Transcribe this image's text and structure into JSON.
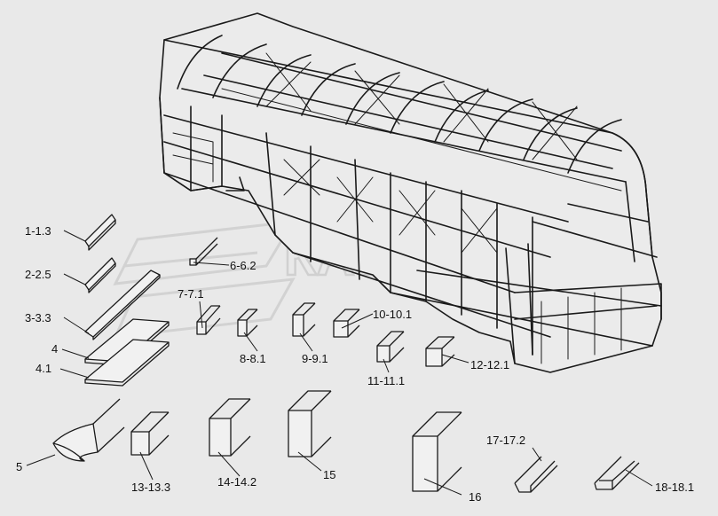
{
  "figure": {
    "watermark_text": "КАБЯК",
    "parts": [
      {
        "id": "p1",
        "label": "1-1.3"
      },
      {
        "id": "p2",
        "label": "2-2.5"
      },
      {
        "id": "p3",
        "label": "3-3.3"
      },
      {
        "id": "p4",
        "label": "4"
      },
      {
        "id": "p41",
        "label": "4.1"
      },
      {
        "id": "p5",
        "label": "5"
      },
      {
        "id": "p6",
        "label": "6-6.2"
      },
      {
        "id": "p7",
        "label": "7-7.1"
      },
      {
        "id": "p8",
        "label": "8-8.1"
      },
      {
        "id": "p9",
        "label": "9-9.1"
      },
      {
        "id": "p10",
        "label": "10-10.1"
      },
      {
        "id": "p11",
        "label": "11-11.1"
      },
      {
        "id": "p12",
        "label": "12-12.1"
      },
      {
        "id": "p13",
        "label": "13-13.3"
      },
      {
        "id": "p14",
        "label": "14-14.2"
      },
      {
        "id": "p15",
        "label": "15"
      },
      {
        "id": "p16",
        "label": "16"
      },
      {
        "id": "p17",
        "label": "17-17.2"
      },
      {
        "id": "p18",
        "label": "18-18.1"
      }
    ]
  }
}
